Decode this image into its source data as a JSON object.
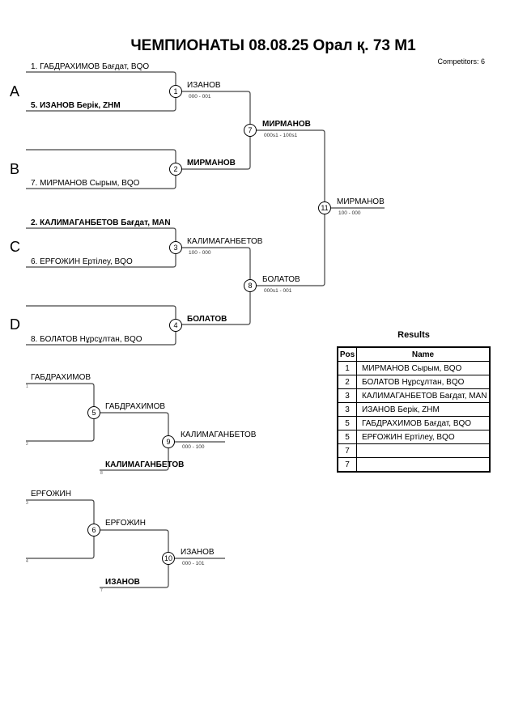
{
  "header": {
    "title": "ЧЕМПИОНАТЫ   08.08.25  Орал қ.   73  М1",
    "competitors": "Competitors: 6"
  },
  "pools": [
    "A",
    "B",
    "C",
    "D"
  ],
  "main_bracket": {
    "entries": [
      {
        "label": "1. ГАБДРАХИМОВ Бағдат, BQO",
        "bold": false
      },
      {
        "label": "5. ИЗАНОВ Берік, ZHM",
        "bold": true
      },
      {
        "label": "",
        "bold": false
      },
      {
        "label": "7. МИРМАНОВ Сырым, BQO",
        "bold": false
      },
      {
        "label": "2. КАЛИМАГАНБЕТОВ Бағдат, MAN",
        "bold": true
      },
      {
        "label": "6. ЕРҒОЖИН Ертілеу, BQO",
        "bold": false
      },
      {
        "label": "",
        "bold": false
      },
      {
        "label": "8. БОЛАТОВ Нұрсұлтан, BQO",
        "bold": false
      }
    ],
    "matches": [
      {
        "num": "1",
        "winner": "ИЗАНОВ",
        "score": "000 - 001",
        "bold": false
      },
      {
        "num": "2",
        "winner": "МИРМАНОВ",
        "score": "",
        "bold": true
      },
      {
        "num": "3",
        "winner": "КАЛИМАГАНБЕТОВ",
        "score": "100 - 000",
        "bold": false
      },
      {
        "num": "4",
        "winner": "БОЛАТОВ",
        "score": "",
        "bold": true
      },
      {
        "num": "7",
        "winner": "МИРМАНОВ",
        "score": "000s1 - 100s1",
        "bold": true
      },
      {
        "num": "8",
        "winner": "БОЛАТОВ",
        "score": "000s1 - 001",
        "bold": false
      },
      {
        "num": "11",
        "winner": "МИРМАНОВ",
        "score": "100 - 000",
        "bold": false
      }
    ]
  },
  "repechage": {
    "top": {
      "seeds": [
        "1",
        "2",
        "8"
      ],
      "entry1": "ГАБДРАХИМОВ",
      "m5": {
        "num": "5",
        "winner": "ГАБДРАХИМОВ"
      },
      "entry3": "КАЛИМАГАНБЕТОВ",
      "m9": {
        "num": "9",
        "winner": "КАЛИМАГАНБЕТОВ",
        "score": "000 - 100"
      }
    },
    "bottom": {
      "seeds": [
        "3",
        "4",
        "7"
      ],
      "entry1": "ЕРҒОЖИН",
      "m6": {
        "num": "6",
        "winner": "ЕРҒОЖИН"
      },
      "entry3": "ИЗАНОВ",
      "m10": {
        "num": "10",
        "winner": "ИЗАНОВ",
        "score": "000 - 101"
      }
    }
  },
  "results": {
    "title": "Results",
    "headers": [
      "Pos",
      "Name"
    ],
    "rows": [
      {
        "pos": "1",
        "name": "МИРМАНОВ Сырым, BQO"
      },
      {
        "pos": "2",
        "name": "БОЛАТОВ Нұрсұлтан, BQO"
      },
      {
        "pos": "3",
        "name": "КАЛИМАГАНБЕТОВ Бағдат, MAN"
      },
      {
        "pos": "3",
        "name": "ИЗАНОВ Берік, ZHM"
      },
      {
        "pos": "5",
        "name": "ГАБДРАХИМОВ Бағдат, BQO"
      },
      {
        "pos": "5",
        "name": "ЕРҒОЖИН Ертілеу, BQO"
      },
      {
        "pos": "7",
        "name": ""
      },
      {
        "pos": "7",
        "name": ""
      }
    ]
  }
}
